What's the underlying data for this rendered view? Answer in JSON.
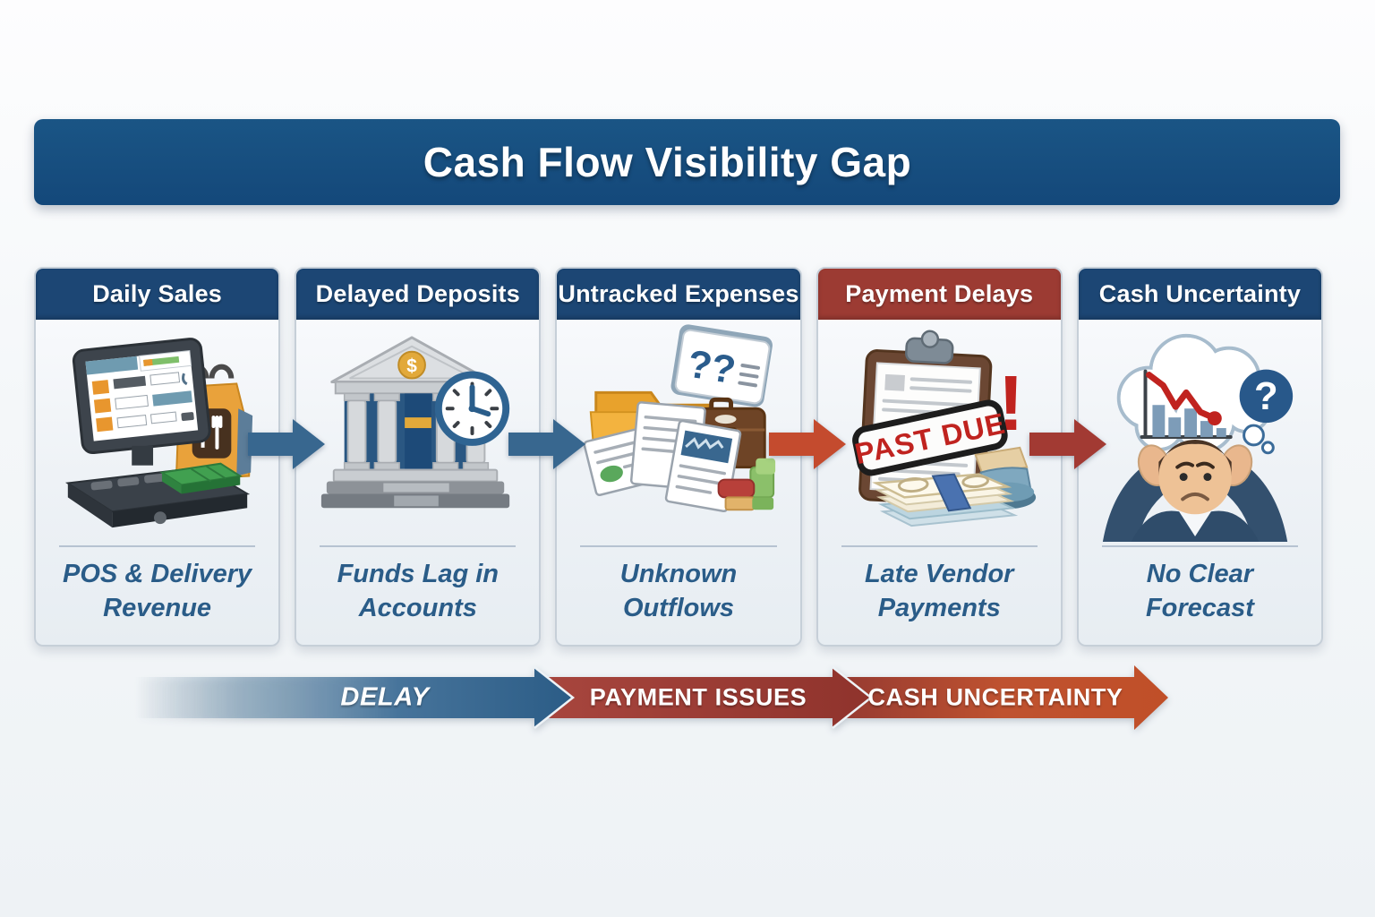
{
  "title": "Cash Flow Visibility Gap",
  "theme": {
    "banner_bg": "#17517e",
    "header_blue": "#1c4674",
    "header_red": "#9c3b33",
    "caption_color": "#2a5c88",
    "connector_blue": "#38678f",
    "connector_orange": "#c44b2e",
    "connector_red": "#a23a33",
    "card_border": "#c6cfd8"
  },
  "cards": [
    {
      "header": "Daily Sales",
      "header_color": "#1c4674",
      "caption": "POS & Delivery\nRevenue",
      "icon": "pos-terminal-icon"
    },
    {
      "header": "Delayed Deposits",
      "header_color": "#1c4674",
      "caption": "Funds Lag in\nAccounts",
      "icon": "bank-clock-icon"
    },
    {
      "header": "Untracked Expenses",
      "header_color": "#1c4674",
      "caption": "Unknown\nOutflows",
      "icon": "expenses-pile-icon"
    },
    {
      "header": "Payment Delays",
      "header_color": "#9c3b33",
      "caption": "Late Vendor\nPayments",
      "icon": "past-due-clipboard-icon"
    },
    {
      "header": "Cash Uncertainty",
      "header_color": "#1c4674",
      "caption": "No Clear\nForecast",
      "icon": "worried-man-icon"
    }
  ],
  "connector_arrows": [
    {
      "from": "Daily Sales",
      "to": "Delayed Deposits",
      "color": "#38678f"
    },
    {
      "from": "Delayed Deposits",
      "to": "Untracked Expenses",
      "color": "#38678f"
    },
    {
      "from": "Untracked Expenses",
      "to": "Payment Delays",
      "color": "#c44b2e"
    },
    {
      "from": "Payment Delays",
      "to": "Cash Uncertainty",
      "color": "#a23a33"
    }
  ],
  "bottom_flow": {
    "segments": [
      {
        "label": "DELAY",
        "style": "italic",
        "color": "#2e5f88"
      },
      {
        "label": "PAYMENT ISSUES",
        "style": "normal",
        "color": "#9d3c34"
      },
      {
        "label": "CASH UNCERTAINTY",
        "style": "normal",
        "color": "#bf4f2d"
      }
    ]
  },
  "illustration_text": {
    "dollar_sign": "$",
    "question_marks": "??",
    "question_mark": "?",
    "past_due_stamp": "PAST DUE",
    "exclamation": "!"
  }
}
